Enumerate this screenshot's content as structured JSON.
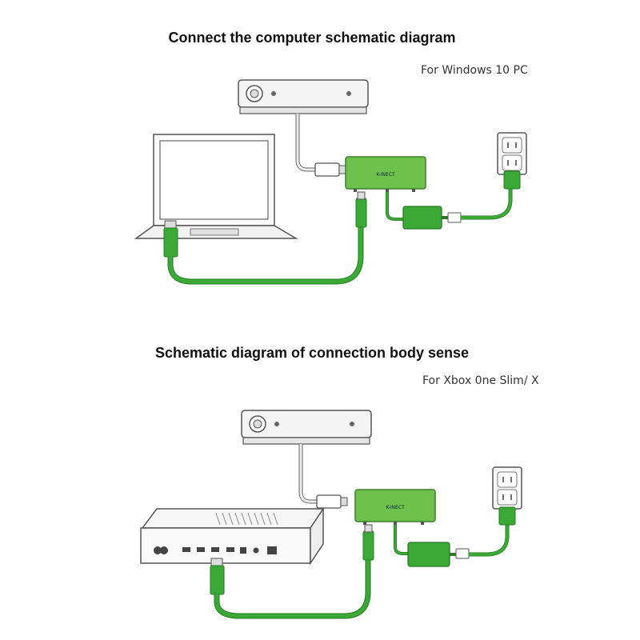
{
  "diagram1": {
    "title": "Connect the computer schematic diagram",
    "subtitle": "For Windows 10 PC",
    "hub_label": "K-INECT"
  },
  "diagram2": {
    "title": "Schematic diagram of connection body sense",
    "subtitle": "For Xbox 0ne Slim/ X",
    "hub_label": "K-INECT"
  },
  "colors": {
    "cable_green": "#3aa935",
    "hub_green": "#6cc24a",
    "line_gray": "#555555",
    "cable_white": "#e8e8e8"
  },
  "icons": [
    "kinect-sensor-icon",
    "laptop-icon",
    "xbox-console-icon",
    "power-outlet-icon",
    "power-adapter-icon",
    "usb-plug-icon"
  ]
}
